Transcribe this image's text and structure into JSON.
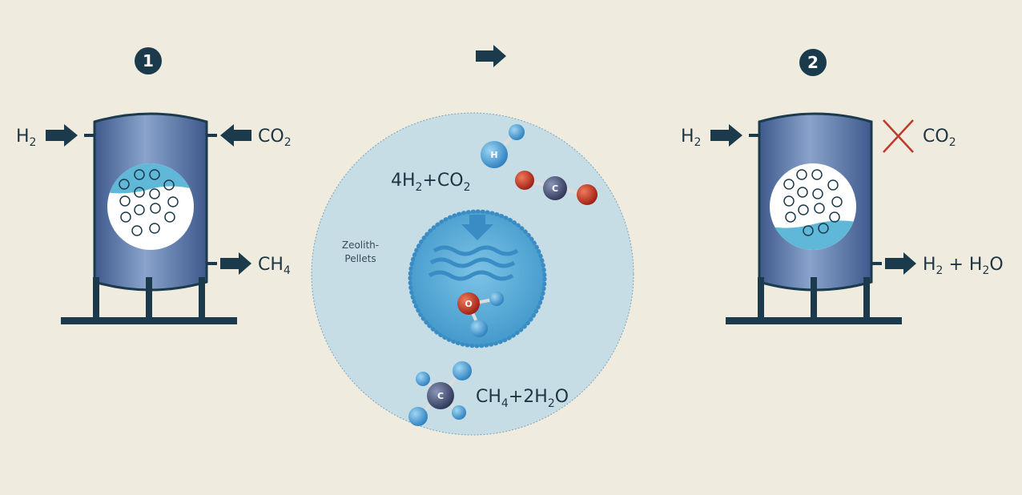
{
  "step1": {
    "badge": "1",
    "input_left": {
      "main": "H",
      "sub": "2"
    },
    "input_right": {
      "main": "CO",
      "sub": "2"
    },
    "output": {
      "main": "CH",
      "sub": "4"
    }
  },
  "step2": {
    "badge": "2",
    "input_left": {
      "main": "H",
      "sub": "2"
    },
    "blocked": {
      "main": "CO",
      "sub": "2"
    },
    "output": {
      "p1": "H",
      "s1": "2",
      "p2": " + H",
      "s2": "2",
      "p3": "O"
    }
  },
  "reaction": {
    "reactants": {
      "p1": "4H",
      "s1": "2",
      "p2": "+CO",
      "s2": "2"
    },
    "products": {
      "p1": "CH",
      "s1": "4",
      "p2": "+2H",
      "s2": "2",
      "p3": "O"
    },
    "catalyst_label_line1": "Zeolith-",
    "catalyst_label_line2": "Pellets",
    "atoms": {
      "h": "H",
      "c": "C",
      "o": "O"
    }
  },
  "colors": {
    "background": "#efecdf",
    "dark": "#1b3a4b",
    "tank": "#5873a5",
    "water": "#5fb8d8",
    "circle": "#c6dde6",
    "cross": "#c0392b"
  }
}
